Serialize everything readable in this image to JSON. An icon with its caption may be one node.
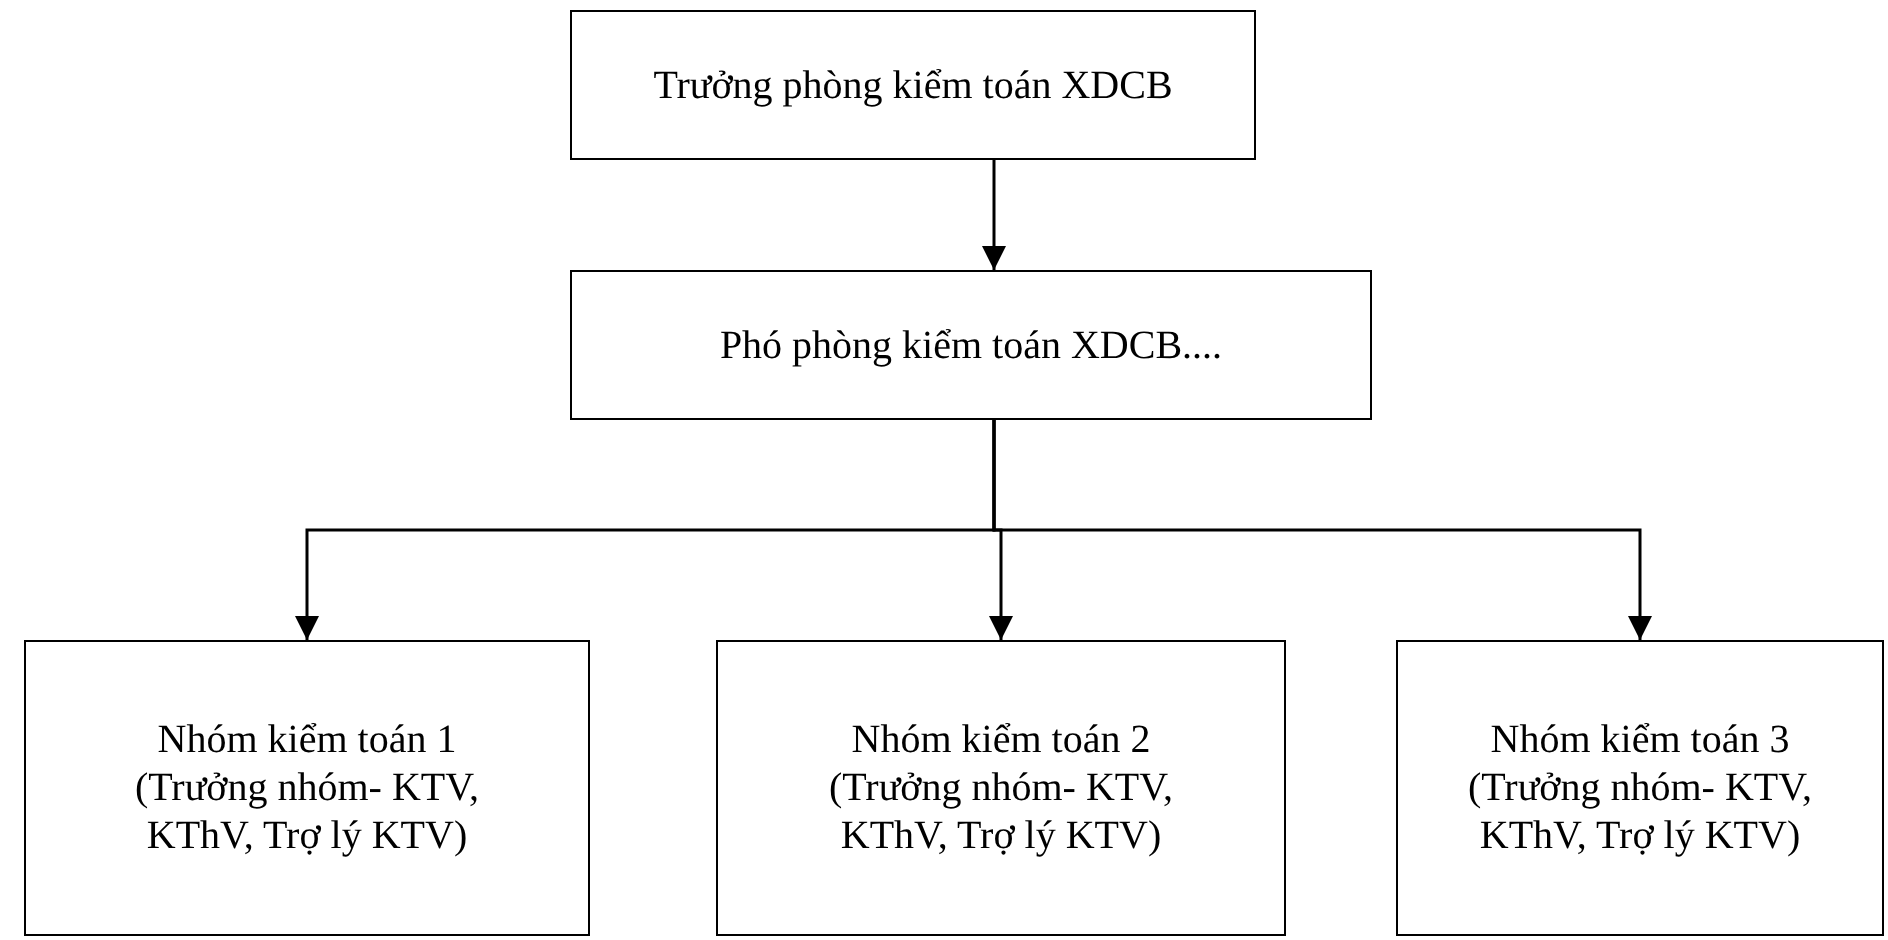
{
  "diagram": {
    "nodes": [
      {
        "text": [
          "Trưởng phòng kiểm toán XDCB"
        ]
      },
      {
        "text": [
          "Phó phòng kiểm toán XDCB...."
        ]
      },
      {
        "text": [
          "Nhóm kiểm toán 1",
          "(Trưởng nhóm- KTV, KThV, Trợ lý KTV)"
        ]
      },
      {
        "text": [
          "Nhóm kiểm toán 2",
          "(Trưởng nhóm- KTV, KThV, Trợ lý KTV)"
        ]
      },
      {
        "text": [
          "Nhóm kiểm toán 3",
          "(Trưởng nhóm- KTV, KThV, Trợ lý KTV)"
        ]
      }
    ],
    "edges": [
      {
        "from": 0,
        "to": 1,
        "arrow": "to"
      },
      {
        "from": 1,
        "to": 2,
        "arrow": "to"
      },
      {
        "from": 1,
        "to": 3,
        "arrow": "to"
      },
      {
        "from": 1,
        "to": 4,
        "arrow": "to"
      }
    ]
  }
}
